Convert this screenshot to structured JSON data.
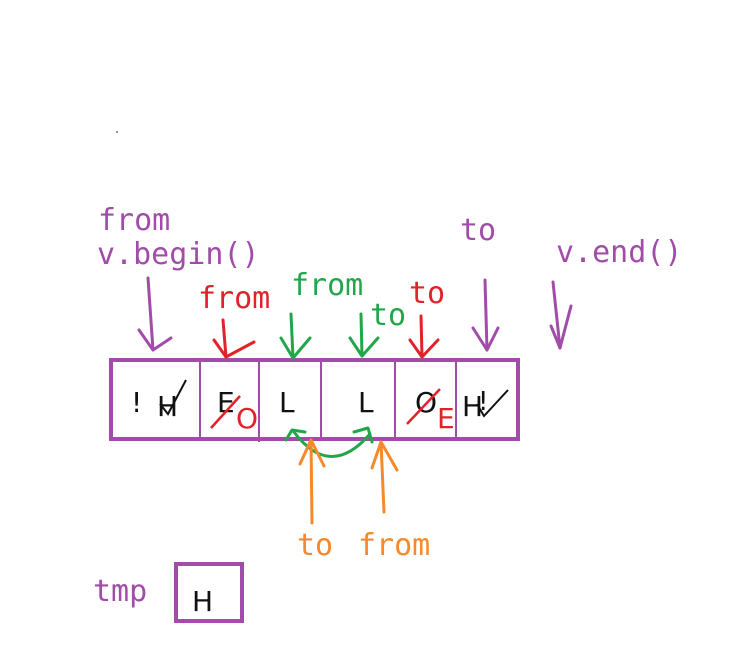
{
  "colors": {
    "purple": "#a14ca8",
    "red": "#e2222a",
    "green": "#22a64a",
    "orange": "#f58a2c",
    "black": "#111111",
    "background": "#ffffff"
  },
  "labels": {
    "from_begin": "from",
    "begin": "v.begin()",
    "to_purple": "to",
    "end": "v.end()",
    "from_red": "from",
    "to_red": "to",
    "from_green": "from",
    "to_green": "to",
    "to_orange": "to",
    "from_orange": "from",
    "tmp": "tmp"
  },
  "cells": [
    {
      "text": "!",
      "overwritten": "H",
      "new": ""
    },
    {
      "text": "",
      "overwritten": "E",
      "new": "O"
    },
    {
      "text": "L",
      "overwritten": "",
      "new": ""
    },
    {
      "text": "L",
      "overwritten": "",
      "new": ""
    },
    {
      "text": "",
      "overwritten": "O",
      "new": "E"
    },
    {
      "text": "H",
      "overwritten": "!",
      "new": ""
    }
  ],
  "tmp_value": "H"
}
